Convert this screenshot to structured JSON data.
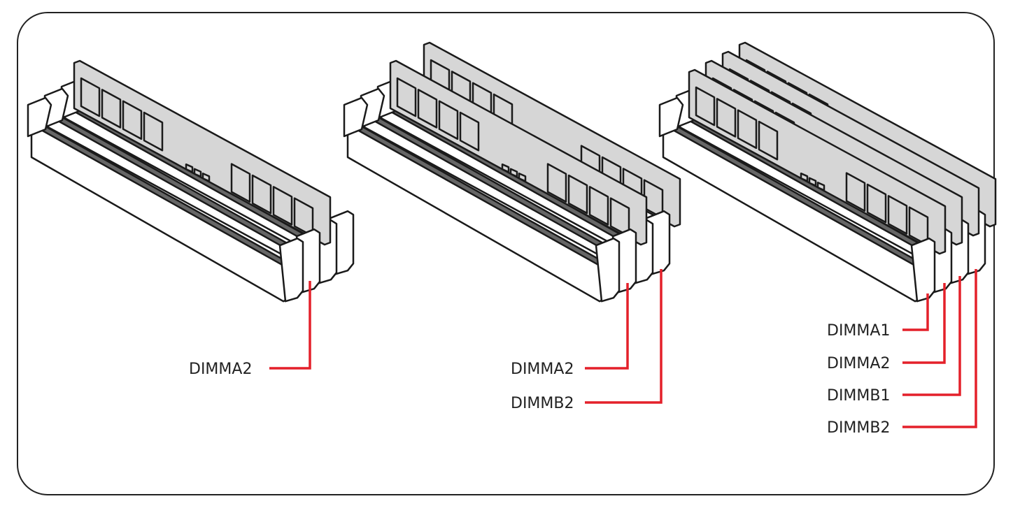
{
  "diagram": {
    "configurations": [
      {
        "name": "one-module",
        "populated_slots": [
          1
        ],
        "labels": [
          "DIMMA2"
        ]
      },
      {
        "name": "two-modules",
        "populated_slots": [
          1,
          3
        ],
        "labels": [
          "DIMMA2",
          "DIMMB2"
        ]
      },
      {
        "name": "four-modules",
        "populated_slots": [
          0,
          1,
          2,
          3
        ],
        "labels": [
          "DIMMA1",
          "DIMMA2",
          "DIMMB1",
          "DIMMB2"
        ]
      }
    ],
    "colors": {
      "leader": "#e4202a",
      "module": "#d6d6d6",
      "slot": "#ffffff",
      "channel": "#666666",
      "outline": "#1a1a1a"
    }
  }
}
